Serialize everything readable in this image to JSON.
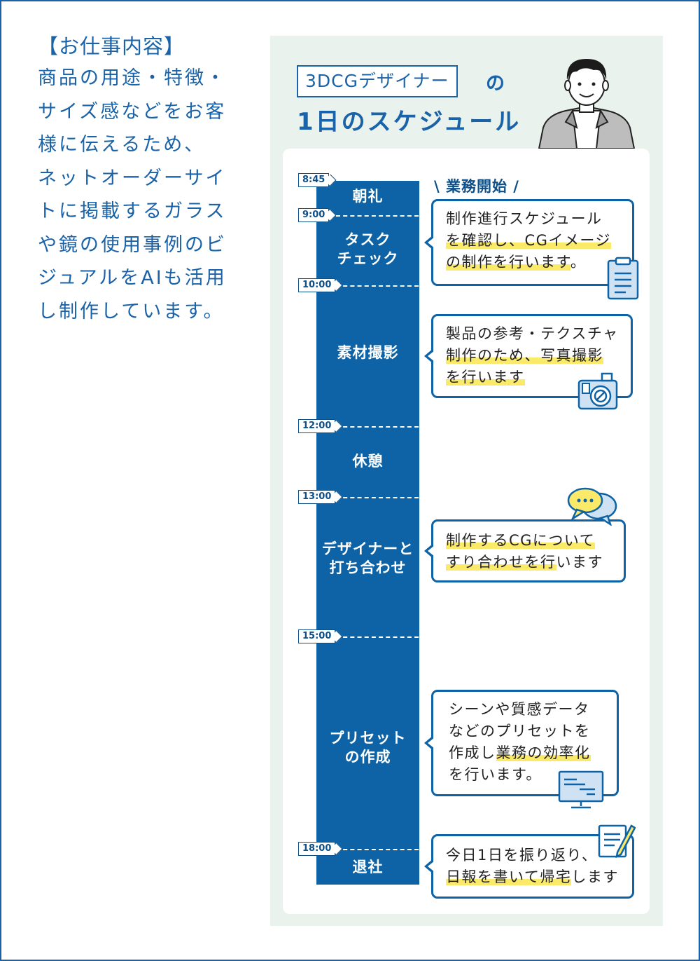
{
  "intro": {
    "heading": "【お仕事内容】",
    "text": "商品の用途・特徴・\nサイズ感などをお客\n様に伝えるため、\nネットオーダーサイ\nトに掲載するガラス\nや鏡の使用事例のビ\nジュアルをAIも活用\nし制作しています。"
  },
  "schedule_title": {
    "role": "3DCGデザイナー",
    "particle": "の",
    "subtitle": "1日のスケジュール"
  },
  "start_label": "業務開始",
  "times": [
    "8:45",
    "9:00",
    "10:00",
    "12:00",
    "13:00",
    "15:00",
    "18:00"
  ],
  "activities": [
    "朝礼",
    "タスク\nチェック",
    "素材撮影",
    "休憩",
    "デザイナーと\n打ち合わせ",
    "プリセット\nの作成",
    "退社"
  ],
  "bubbles": [
    {
      "lines": [
        [
          {
            "t": "制作進行スケジュール",
            "hl": false
          }
        ],
        [
          {
            "t": "を確認し、CGイメージ",
            "hl": true
          }
        ],
        [
          {
            "t": "の制作を行います",
            "hl": true
          },
          {
            "t": "。",
            "hl": false
          }
        ]
      ]
    },
    {
      "lines": [
        [
          {
            "t": "製品の参考・テクスチャ",
            "hl": false
          }
        ],
        [
          {
            "t": "制作のため、写真撮影",
            "hl": true
          }
        ],
        [
          {
            "t": "を行います",
            "hl": true
          }
        ]
      ]
    },
    {
      "lines": [
        [
          {
            "t": "制作するCGについて",
            "hl": true
          }
        ],
        [
          {
            "t": "すり合わせを行",
            "hl": true
          },
          {
            "t": "います",
            "hl": false
          }
        ]
      ]
    },
    {
      "lines": [
        [
          {
            "t": "シーンや質感データ",
            "hl": false
          }
        ],
        [
          {
            "t": "などのプリセットを",
            "hl": false
          }
        ],
        [
          {
            "t": "作成し",
            "hl": false
          },
          {
            "t": "業務の効率化",
            "hl": true
          }
        ],
        [
          {
            "t": "を行います。",
            "hl": false
          }
        ]
      ]
    },
    {
      "lines": [
        [
          {
            "t": "今日1日を振り返り、",
            "hl": false
          }
        ],
        [
          {
            "t": "日報を書いて帰宅",
            "hl": true
          },
          {
            "t": "します",
            "hl": false
          }
        ]
      ]
    }
  ],
  "colors": {
    "primary": "#0d63a6",
    "text_blue": "#1a63a8",
    "panel_bg": "#e9f2ec",
    "highlight": "#fbe96a"
  },
  "icons": [
    "person-illustration",
    "clipboard-icon",
    "camera-icon",
    "chat-bubbles-icon",
    "monitor-icon",
    "notepad-pen-icon"
  ]
}
